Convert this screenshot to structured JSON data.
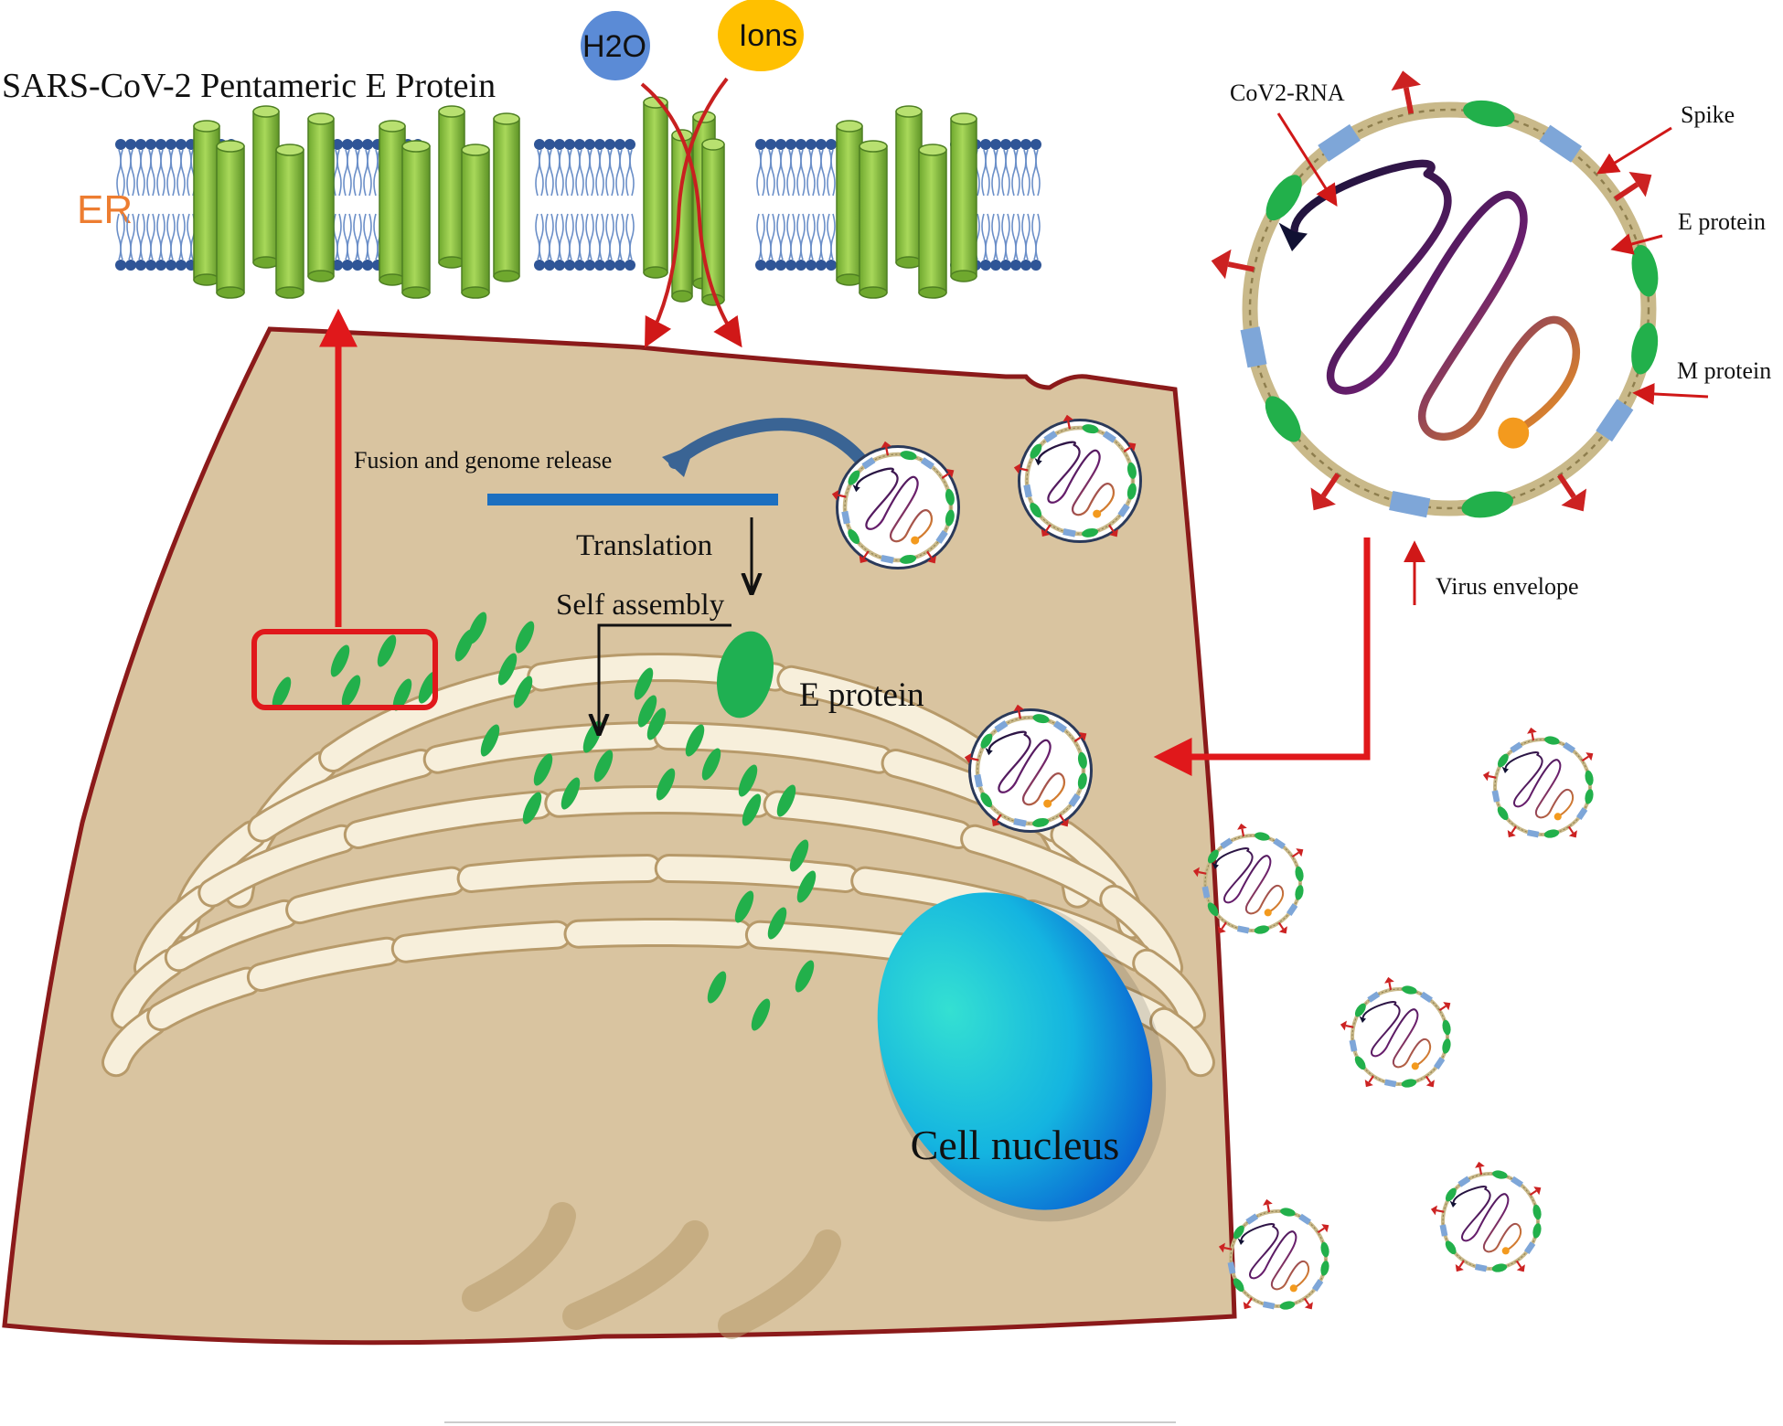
{
  "title": "SARS-CoV-2 Pentameric E Protein",
  "membrane": {
    "label": "ER",
    "label_color": "#ED7D31",
    "molecules": [
      {
        "label": "H2O",
        "color": "#5B8BD6"
      },
      {
        "label": "Ions",
        "color": "#FFC000"
      }
    ],
    "channel_color": "#8DC63F",
    "lipid_color": "#2F5597"
  },
  "cell": {
    "fill": "#D9C4A0",
    "border": "#8B1A1A",
    "steps": [
      {
        "label": "Fusion and  genome release"
      },
      {
        "label": "Translation"
      },
      {
        "label": "Self assembly"
      }
    ],
    "e_protein_label": "E protein",
    "nucleus_label": "Cell nucleus",
    "golgi_fill": "#F7EFDB",
    "golgi_stroke": "#B79A6A"
  },
  "virion": {
    "labels": {
      "rna": "CoV2-RNA",
      "spike": "Spike",
      "e_protein": "E protein",
      "m_protein": "M protein",
      "envelope": "Virus envelope"
    },
    "envelope_color": "#C9B98A",
    "e_color": "#22B04B",
    "m_color": "#7EA6D8",
    "spike_color": "#CC2222"
  },
  "arrow_color": "#E0181B"
}
